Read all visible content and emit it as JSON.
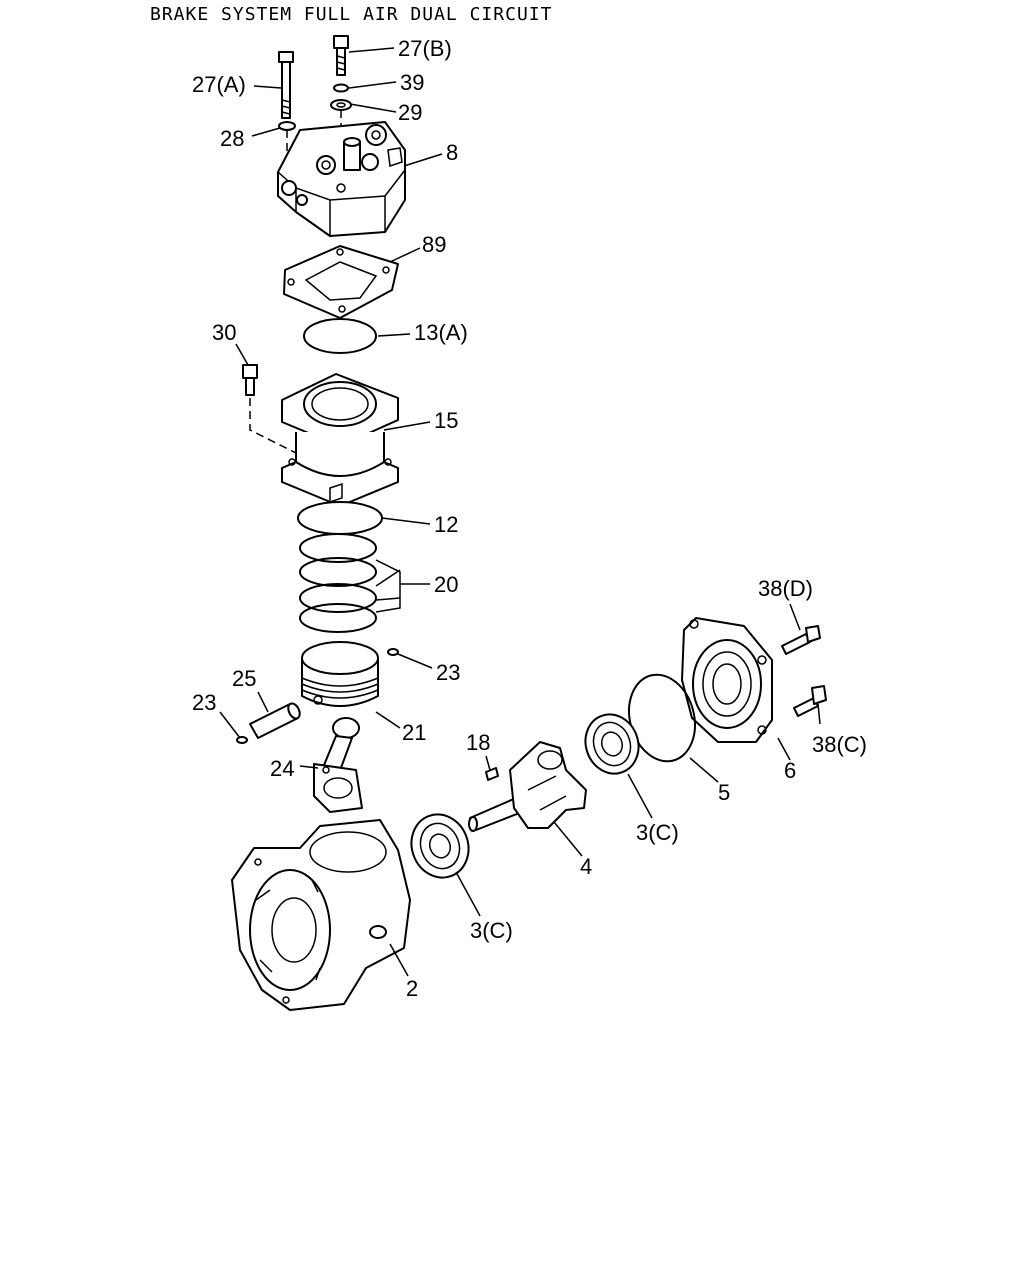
{
  "title": "BRAKE SYSTEM FULL AIR DUAL CIRCUIT",
  "callouts": {
    "c27b": "27(B)",
    "c27a": "27(A)",
    "c39": "39",
    "c29": "29",
    "c28": "28",
    "c8": "8",
    "c89": "89",
    "c30": "30",
    "c13a": "13(A)",
    "c15": "15",
    "c12": "12",
    "c20": "20",
    "c38d": "38(D)",
    "c23r": "23",
    "c25": "25",
    "c23l": "23",
    "c21": "21",
    "c38c": "38(C)",
    "c18": "18",
    "c24": "24",
    "c5": "5",
    "c6": "6",
    "c3c_upper": "3(C)",
    "c4": "4",
    "c3c_lower": "3(C)",
    "c2": "2"
  }
}
